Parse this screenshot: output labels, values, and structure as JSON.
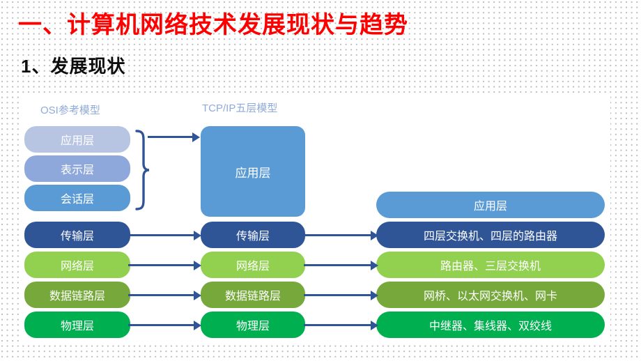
{
  "slide": {
    "main_title": "一、计算机网络技术发展现状与趋势",
    "sub_title": "1、发展现状",
    "title_color": "#ff0000",
    "subtitle_color": "#0d0d0d",
    "background_color": "#ffffff"
  },
  "diagram": {
    "columns": {
      "osi_header": "OSI参考模型",
      "tcpip_header": "TCP/IP五层模型",
      "header_color": "#8faadc"
    },
    "osi_layers": [
      {
        "label": "应用层",
        "color": "#b7c5e3"
      },
      {
        "label": "表示层",
        "color": "#8fa8dc"
      },
      {
        "label": "会话层",
        "color": "#5b9bd5"
      },
      {
        "label": "传输层",
        "color": "#2f5597"
      },
      {
        "label": "网络层",
        "color": "#92d050"
      },
      {
        "label": "数据链路层",
        "color": "#76a83b"
      },
      {
        "label": "物理层",
        "color": "#00b050"
      }
    ],
    "tcpip_layers": [
      {
        "label": "应用层",
        "color": "#5b9bd5"
      },
      {
        "label": "传输层",
        "color": "#2f5597"
      },
      {
        "label": "网络层",
        "color": "#92d050"
      },
      {
        "label": "数据链路层",
        "color": "#76a83b"
      },
      {
        "label": "物理层",
        "color": "#00b050"
      }
    ],
    "device_layers": [
      {
        "label": "应用层",
        "color": "#5b9bd5"
      },
      {
        "label": "四层交换机、四层的路由器",
        "color": "#2f5597"
      },
      {
        "label": "路由器、三层交换机",
        "color": "#92d050"
      },
      {
        "label": "网桥、以太网交换机、网卡",
        "color": "#76a83b"
      },
      {
        "label": "中继器、集线器、双绞线",
        "color": "#00b050"
      }
    ],
    "connector_color": "#2f5597"
  }
}
